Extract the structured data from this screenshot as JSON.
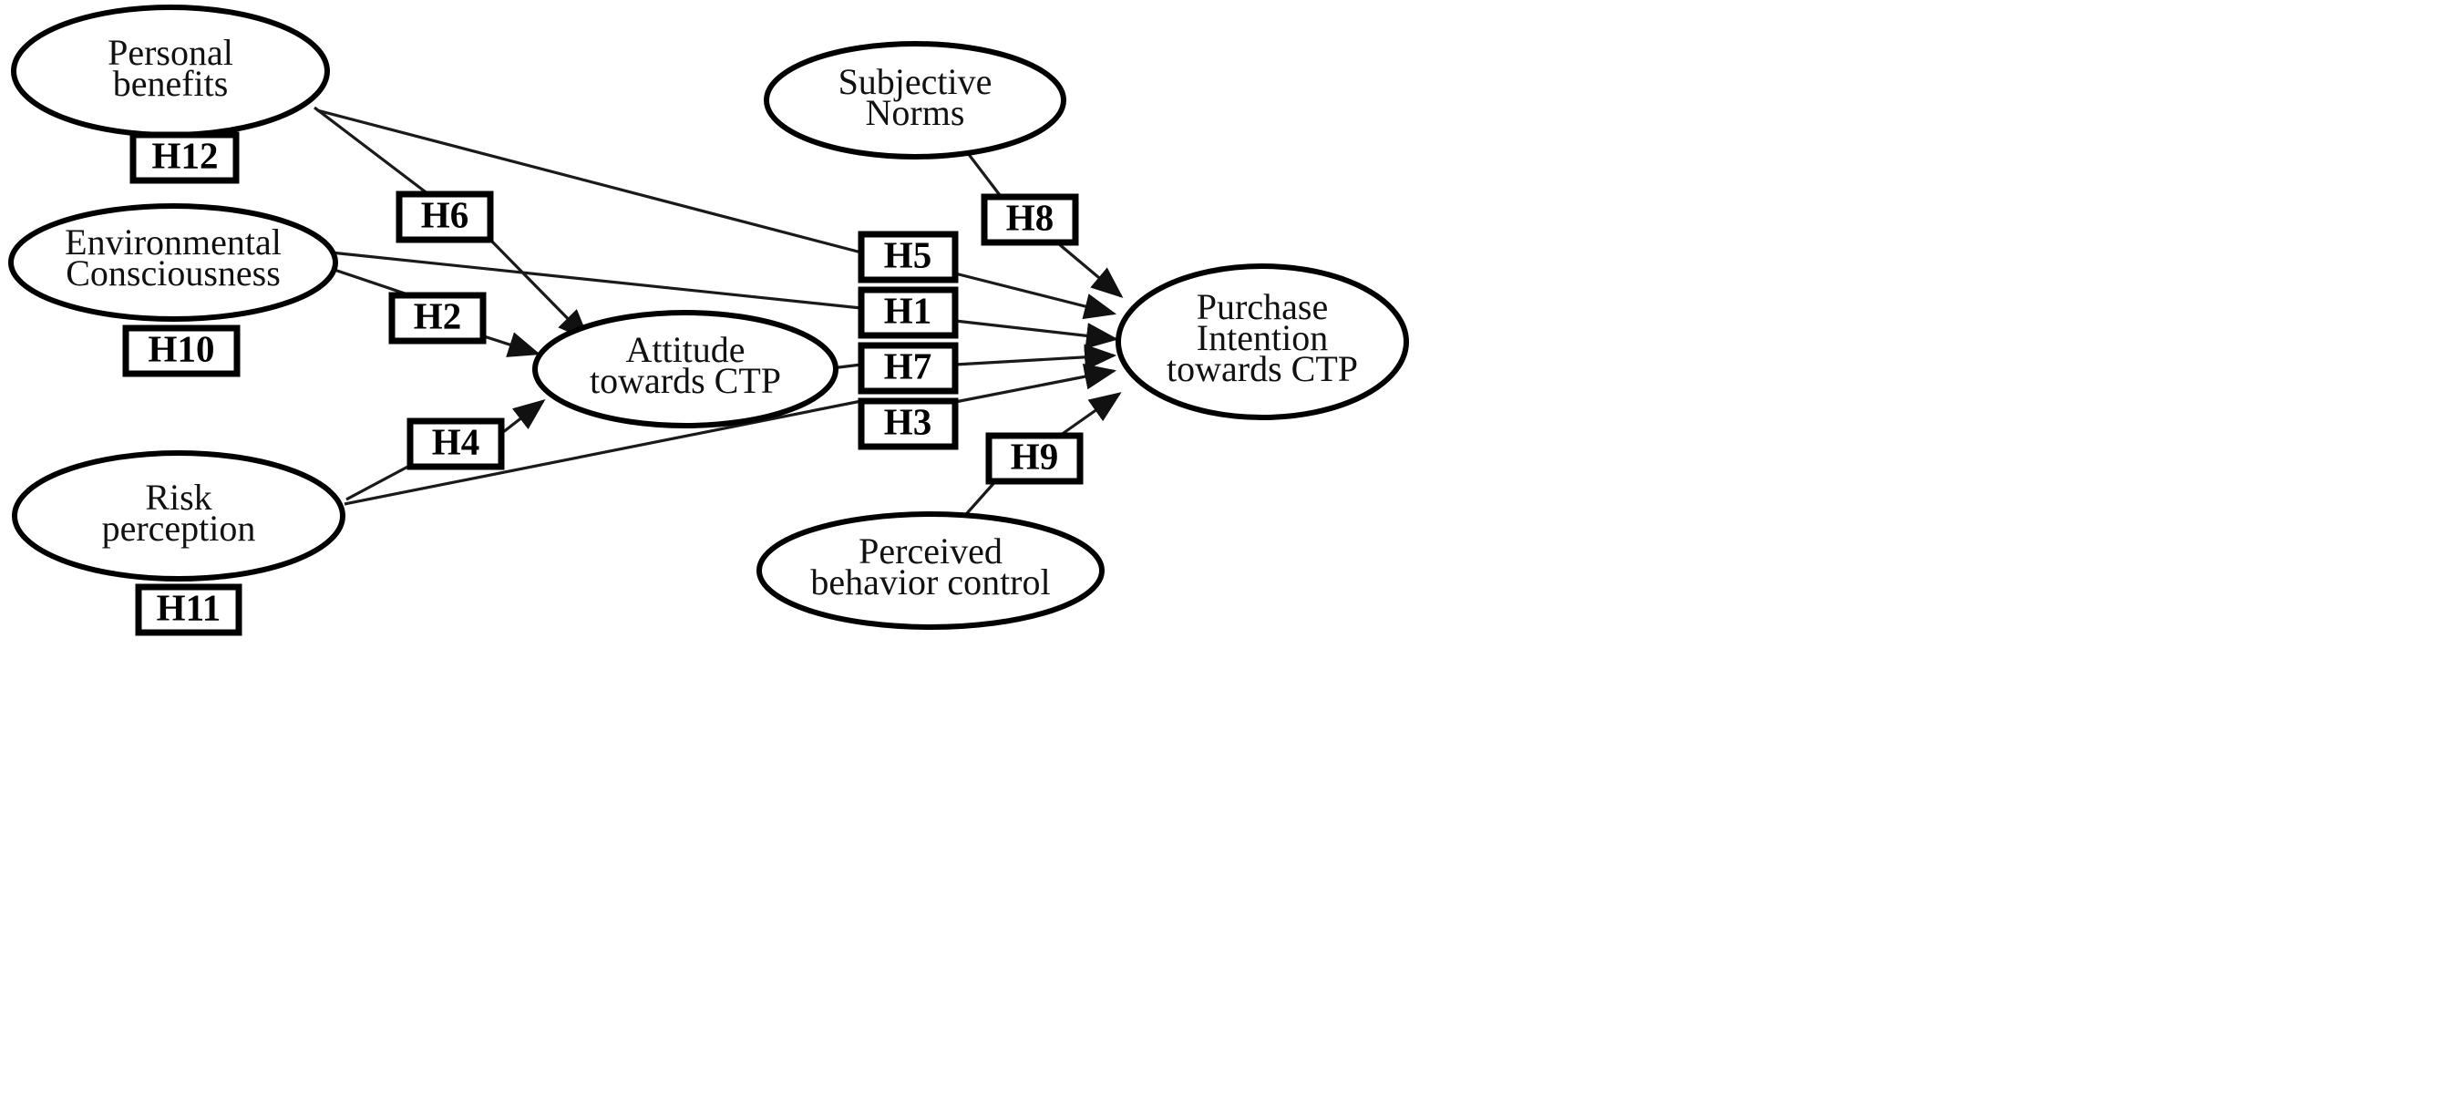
{
  "diagram": {
    "type": "conceptual-research-model",
    "background_color": "#ffffff",
    "line_color": "#1a1a1a",
    "node_fill": "#ffffff",
    "node_stroke": "#000000"
  },
  "nodes": [
    {
      "id": "personal-benefits",
      "line1": "Personal",
      "line2": "benefits",
      "line3": ""
    },
    {
      "id": "environmental-consciousness",
      "line1": "Environmental",
      "line2": "Consciousness",
      "line3": ""
    },
    {
      "id": "risk-perception",
      "line1": "Risk",
      "line2": "perception",
      "line3": ""
    },
    {
      "id": "attitude-towards-ctp",
      "line1": "Attitude",
      "line2": "towards CTP",
      "line3": ""
    },
    {
      "id": "subjective-norms",
      "line1": "Subjective",
      "line2": "Norms",
      "line3": ""
    },
    {
      "id": "perceived-behavior-control",
      "line1": "Perceived",
      "line2": "behavior control",
      "line3": ""
    },
    {
      "id": "purchase-intention-towards-ctp",
      "line1": "Purchase",
      "line2": "Intention",
      "line3": "towards CTP"
    }
  ],
  "hypotheses": [
    {
      "id": "h12",
      "label": "H12"
    },
    {
      "id": "h10",
      "label": "H10"
    },
    {
      "id": "h11",
      "label": "H11"
    },
    {
      "id": "h6",
      "label": "H6"
    },
    {
      "id": "h2",
      "label": "H2"
    },
    {
      "id": "h4",
      "label": "H4"
    },
    {
      "id": "h5",
      "label": "H5"
    },
    {
      "id": "h1",
      "label": "H1"
    },
    {
      "id": "h7",
      "label": "H7"
    },
    {
      "id": "h3",
      "label": "H3"
    },
    {
      "id": "h8",
      "label": "H8"
    },
    {
      "id": "h9",
      "label": "H9"
    }
  ],
  "relations": [
    {
      "hypothesis": "H6",
      "from": "personal-benefits",
      "to": "attitude-towards-ctp"
    },
    {
      "hypothesis": "H2",
      "from": "environmental-consciousness",
      "to": "attitude-towards-ctp"
    },
    {
      "hypothesis": "H4",
      "from": "risk-perception",
      "to": "attitude-towards-ctp"
    },
    {
      "hypothesis": "H5",
      "from": "personal-benefits",
      "to": "purchase-intention-towards-ctp"
    },
    {
      "hypothesis": "H1",
      "from": "environmental-consciousness",
      "to": "purchase-intention-towards-ctp"
    },
    {
      "hypothesis": "H7",
      "from": "attitude-towards-ctp",
      "to": "purchase-intention-towards-ctp"
    },
    {
      "hypothesis": "H3",
      "from": "risk-perception",
      "to": "purchase-intention-towards-ctp"
    },
    {
      "hypothesis": "H8",
      "from": "subjective-norms",
      "to": "purchase-intention-towards-ctp"
    },
    {
      "hypothesis": "H9",
      "from": "perceived-behavior-control",
      "to": "purchase-intention-towards-ctp"
    },
    {
      "hypothesis": "H12",
      "from": "personal-benefits",
      "to": "moderator"
    },
    {
      "hypothesis": "H10",
      "from": "environmental-consciousness",
      "to": "moderator"
    },
    {
      "hypothesis": "H11",
      "from": "risk-perception",
      "to": "moderator"
    }
  ]
}
